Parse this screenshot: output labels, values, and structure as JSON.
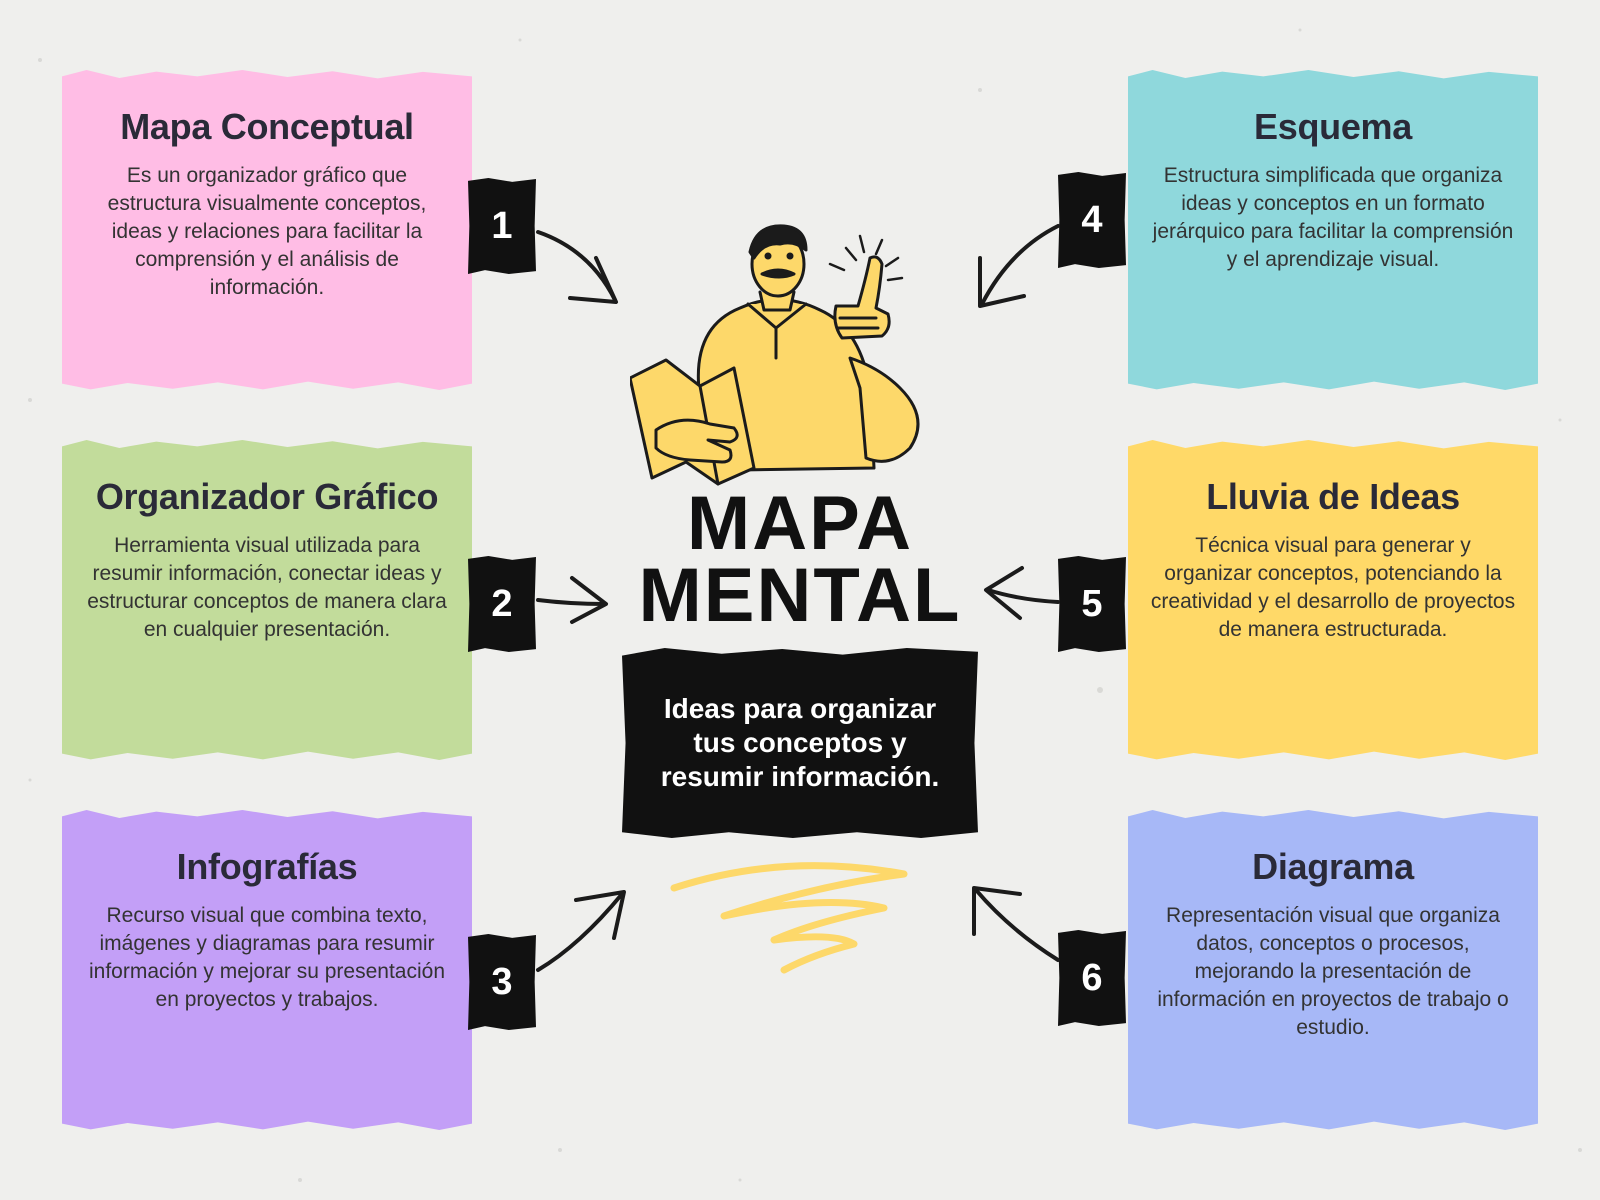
{
  "title": [
    "MAPA",
    "MENTAL"
  ],
  "subtitle": "Ideas para organizar tus conceptos y resumir información.",
  "colors": {
    "background": "#efefed",
    "pink": "#ffbde5",
    "green": "#c2dc9b",
    "purple": "#c39ff7",
    "teal": "#8fd8dc",
    "yellow": "#ffd968",
    "blue": "#a7b8f7",
    "character_yellow": "#fdd86a",
    "ink": "#111111"
  },
  "cards": [
    {
      "number": "1",
      "title": "Mapa Conceptual",
      "text": "Es un organizador gráfico que estructura visualmente conceptos, ideas y relaciones para facilitar la comprensión y el análisis de información."
    },
    {
      "number": "2",
      "title": "Organizador Gráfico",
      "text": "Herramienta visual utilizada para resumir información, conectar ideas y estructurar conceptos de manera clara en cualquier presentación."
    },
    {
      "number": "3",
      "title": "Infografías",
      "text": "Recurso visual que combina texto, imágenes y diagramas para resumir información y mejorar su presentación en proyectos y trabajos."
    },
    {
      "number": "4",
      "title": "Esquema",
      "text": "Estructura simplificada que organiza ideas y conceptos en un formato jerárquico para facilitar la comprensión y el aprendizaje visual."
    },
    {
      "number": "5",
      "title": "Lluvia de Ideas",
      "text": "Técnica visual para generar y organizar conceptos, potenciando la creatividad y el desarrollo de proyectos de manera estructurada."
    },
    {
      "number": "6",
      "title": "Diagrama",
      "text": "Representación visual que organiza datos, conceptos o procesos, mejorando la presentación de información en proyectos de trabajo o estudio."
    }
  ],
  "icons": [
    "arrow-icon",
    "person-thumbs-up-illustration",
    "scribble-decoration"
  ]
}
